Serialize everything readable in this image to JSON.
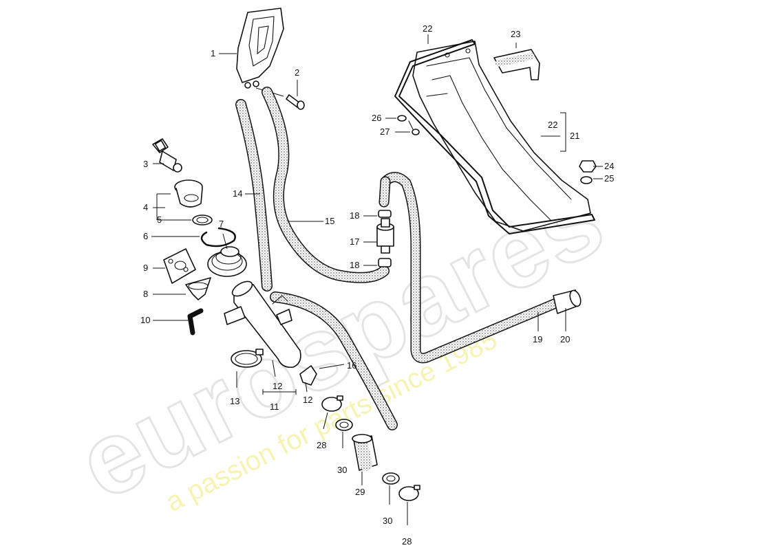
{
  "watermark": {
    "logo_text": "eurospares",
    "tagline": "a passion for parts since 1985"
  },
  "callouts": {
    "c1": "1",
    "c2": "2",
    "c3": "3",
    "c4": "4",
    "c5": "5",
    "c6": "6",
    "c7": "7",
    "c8": "8",
    "c9": "9",
    "c10": "10",
    "c11": "11",
    "c12a": "12",
    "c12b": "12",
    "c13": "13",
    "c14": "14",
    "c15": "15",
    "c16": "16",
    "c17": "17",
    "c18a": "18",
    "c18b": "18",
    "c19": "19",
    "c20": "20",
    "c21": "21",
    "c22a": "22",
    "c22b": "22",
    "c23": "23",
    "c24": "24",
    "c25": "25",
    "c26": "26",
    "c27": "27",
    "c28a": "28",
    "c28b": "28",
    "c29": "29",
    "c30a": "30",
    "c30b": "30"
  }
}
